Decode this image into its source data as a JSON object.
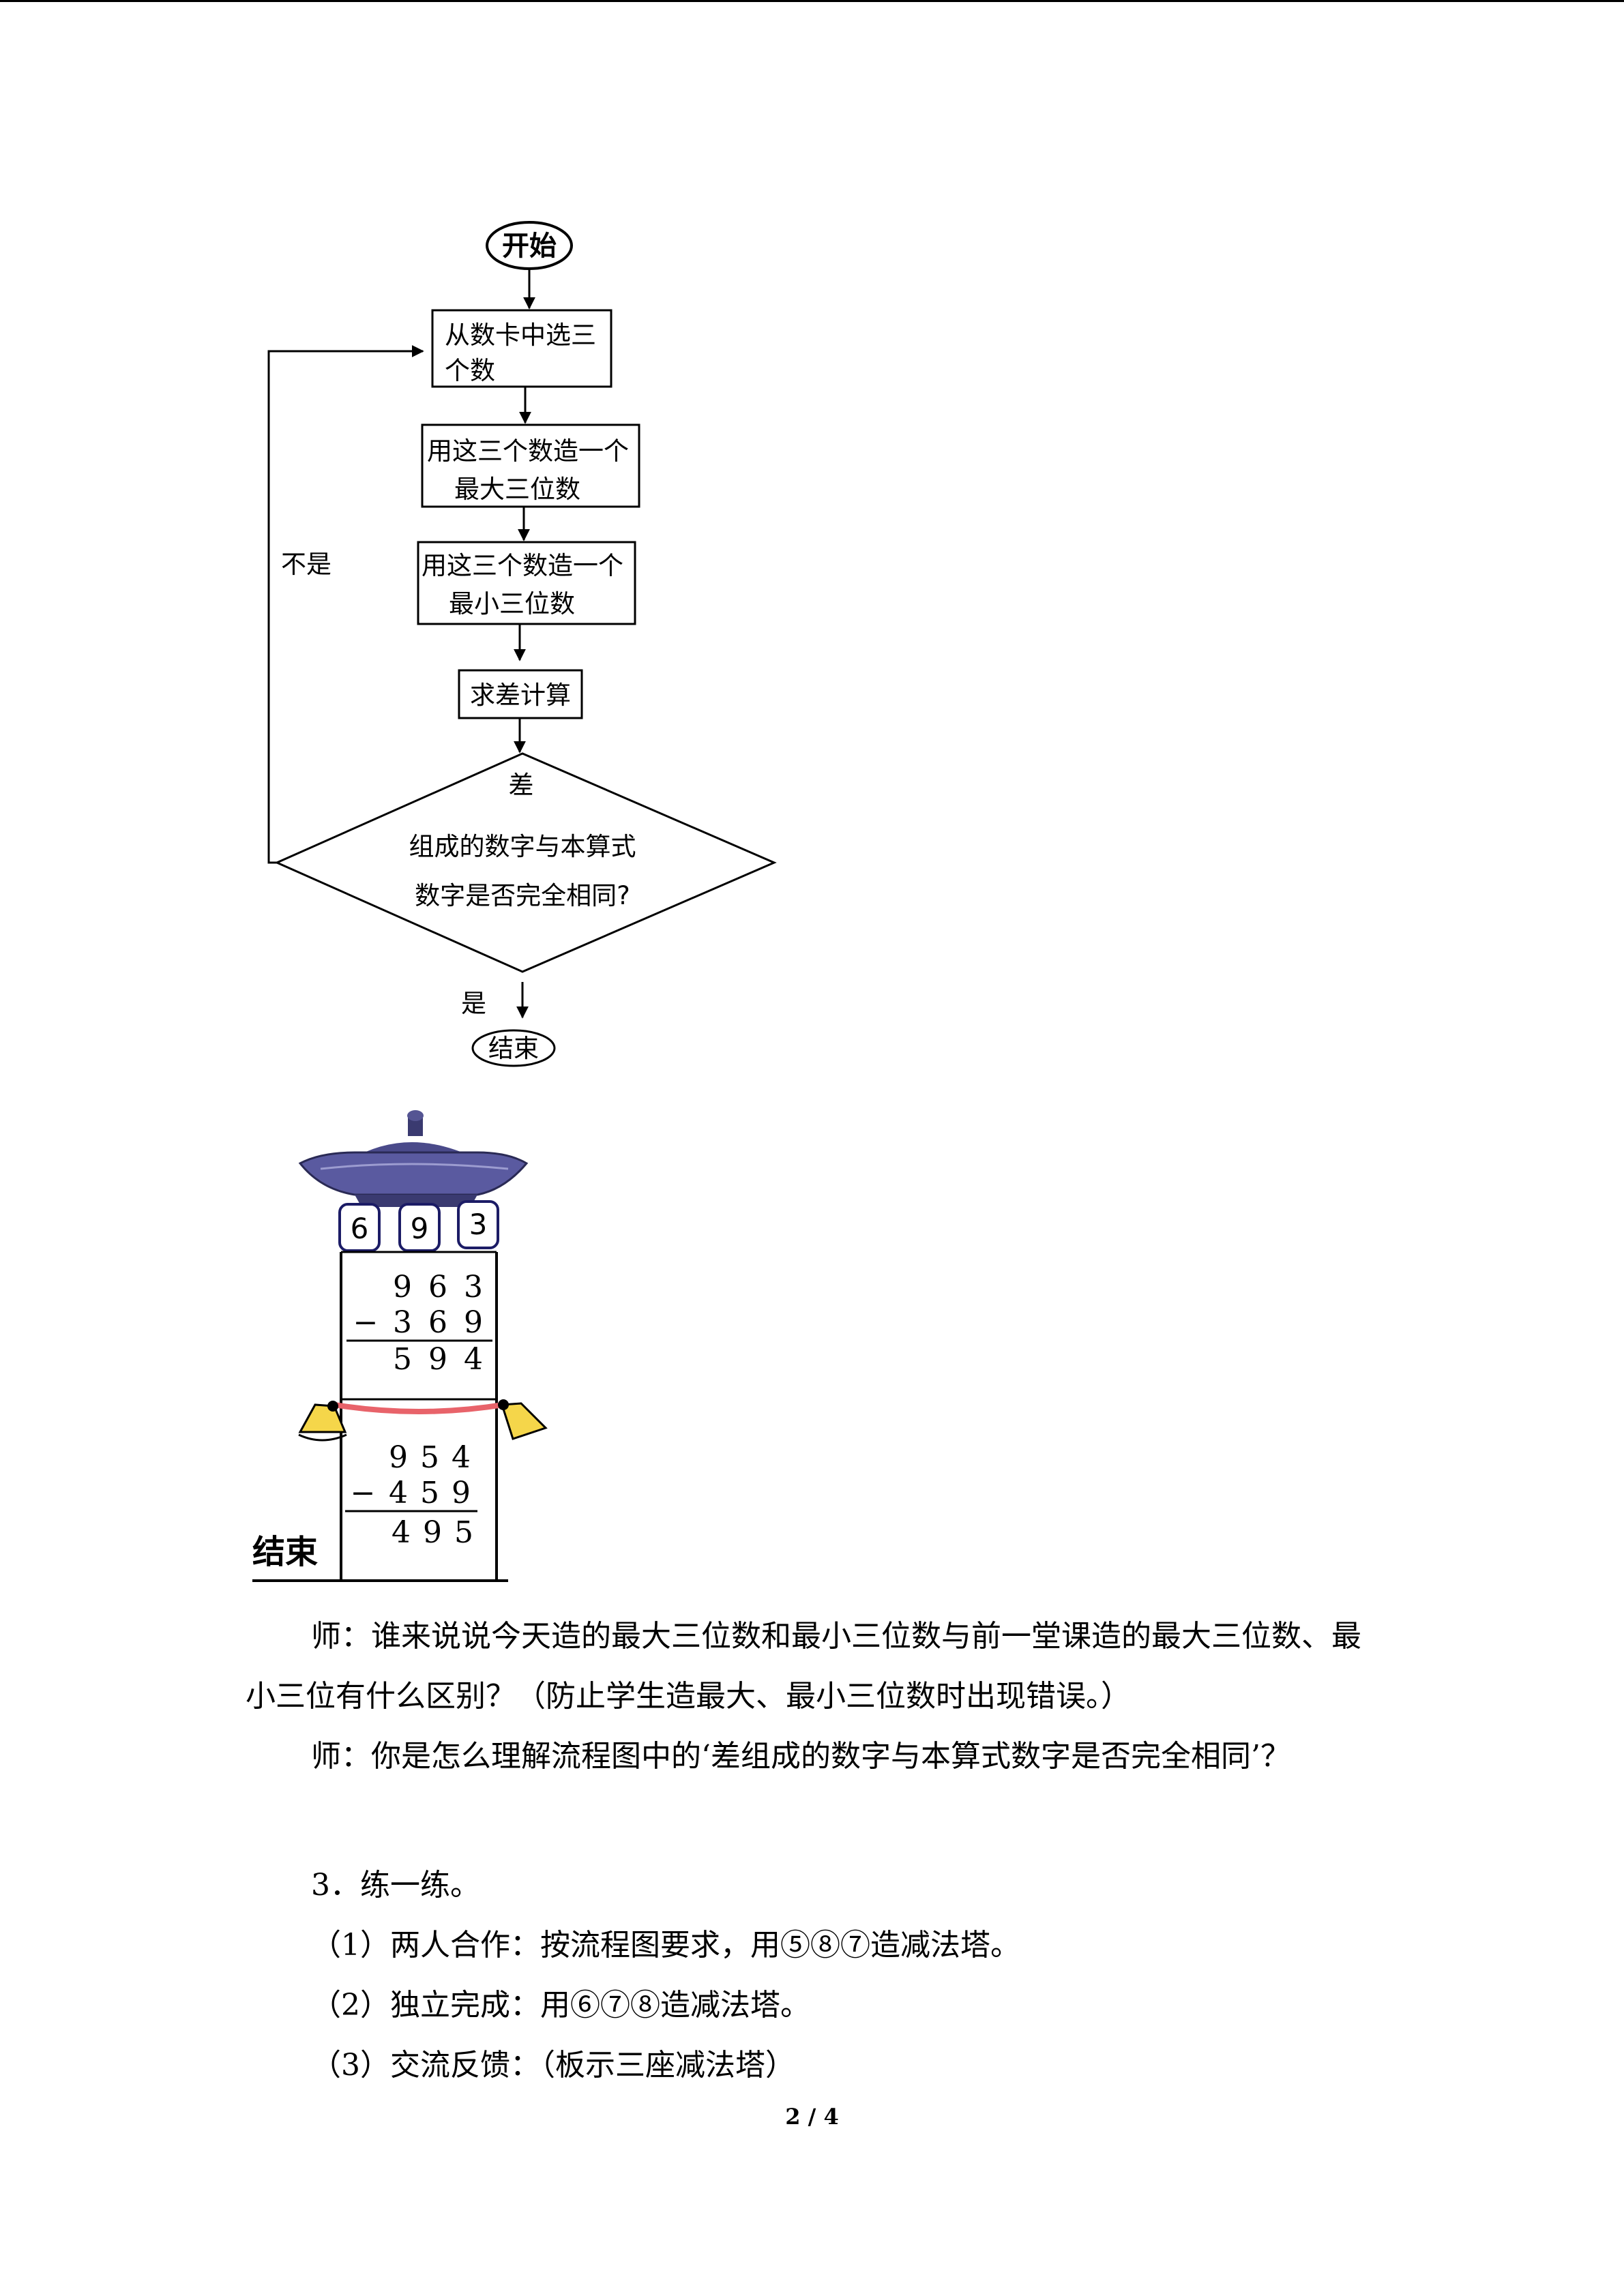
{
  "flowchart": {
    "start": "开始",
    "step1_line1": "从数卡中选三",
    "step1_line2": "个数",
    "step2_line1": "用这三个数造一个",
    "step2_line2": "最大三位数",
    "step3_line1": "用这三个数造一个",
    "step3_line2": "最小三位数",
    "step4": "求差计算",
    "decision_line1": "差",
    "decision_line2": "组成的数字与本算式",
    "decision_line3": "数字是否完全相同?",
    "no_label": "不是",
    "yes_label": "是",
    "end": "结束"
  },
  "tower": {
    "cards": [
      "6",
      "9",
      "3"
    ],
    "block1": {
      "minuend": [
        "9",
        "6",
        "3"
      ],
      "operator": "−",
      "subtrahend": [
        "3",
        "6",
        "9"
      ],
      "result": [
        "5",
        "9",
        "4"
      ]
    },
    "block2": {
      "minuend": [
        "9",
        "5",
        "4"
      ],
      "operator": "−",
      "subtrahend": [
        "4",
        "5",
        "9"
      ],
      "result": [
        "4",
        "9",
        "5"
      ]
    },
    "end_label": "结束"
  },
  "text": {
    "para1": "师：谁来说说今天造的最大三位数和最小三位数与前一堂课造的最大三位数、最小三位有什么区别？（防止学生造最大、最小三位数时出现错误。）",
    "para2": "师：你是怎么理解流程图中的‘差组成的数字与本算式数字是否完全相同’？",
    "item_heading": "3．练一练。",
    "item1": "（1）两人合作：按流程图要求，用⑤⑧⑦造减法塔。",
    "item2": "（2）独立完成：用⑥⑦⑧造减法塔。",
    "item3": "（3）交流反馈：（板示三座减法塔）"
  },
  "footer": {
    "page_number": "2 / 4"
  }
}
